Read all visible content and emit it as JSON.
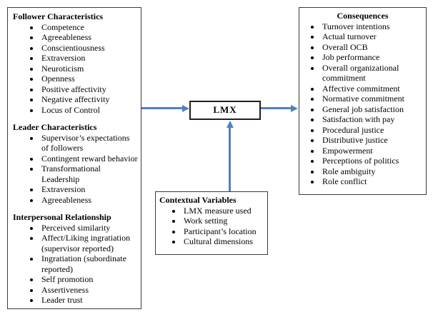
{
  "colors": {
    "arrow": "#4f81bd",
    "border": "#3b3b3b",
    "lmx_border": "#1f1f1f",
    "text": "#000000",
    "bg": "#ffffff"
  },
  "left_box": {
    "sections": [
      {
        "title": "Follower Characteristics",
        "items": [
          "Competence",
          "Agreeableness",
          "Conscientiousness",
          "Extraversion",
          "Neuroticism",
          "Openness",
          "Positive affectivity",
          "Negative affectivity",
          "Locus of Control"
        ]
      },
      {
        "title": "Leader Characteristics",
        "items": [
          "Supervisor’s expectations of followers",
          "Contingent reward behavior",
          "Transformational Leadership",
          "Extraversion",
          "Agreeableness"
        ]
      },
      {
        "title": "Interpersonal Relationship",
        "items": [
          "Perceived similarity",
          "Affect/Liking ingratiation (supervisor reported)",
          "Ingratiation (subordinate reported)",
          "Self promotion",
          "Assertiveness",
          "Leader trust"
        ]
      }
    ]
  },
  "center_box": {
    "label": "LMX"
  },
  "right_box": {
    "title": "Consequences",
    "items": [
      "Turnover intentions",
      "Actual turnover",
      "Overall OCB",
      "Job performance",
      "Overall organizational commitment",
      "Affective commitment",
      "Normative commitment",
      "General job satisfaction",
      "Satisfaction with pay",
      "Procedural justice",
      "Distributive justice",
      "Empowerment",
      "Perceptions of politics",
      "Role ambiguity",
      "Role conflict"
    ]
  },
  "bottom_box": {
    "title": "Contextual Variables",
    "items": [
      "LMX measure used",
      "Work setting",
      "Participant’s location",
      "Cultural dimensions"
    ]
  }
}
